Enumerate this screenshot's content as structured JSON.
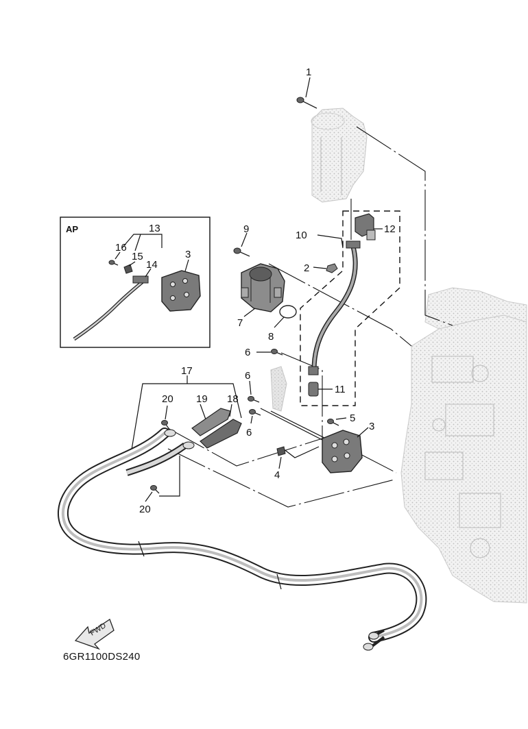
{
  "inset": {
    "title": "AP"
  },
  "callouts": {
    "c1": "1",
    "c2": "2",
    "c3": "3",
    "c3_inset": "3",
    "c4": "4",
    "c5": "5",
    "c6a": "6",
    "c6b": "6",
    "c6c": "6",
    "c7": "7",
    "c8": "8",
    "c9": "9",
    "c10": "10",
    "c11": "11",
    "c12": "12",
    "c13": "13",
    "c14": "14",
    "c15": "15",
    "c16": "16",
    "c17": "17",
    "c18": "18",
    "c19": "19",
    "c20a": "20",
    "c20b": "20"
  },
  "fwd_label": "FWD",
  "drawing_code": "6GR1100DS240",
  "colors": {
    "line": "#111111",
    "ghost_fill": "#dcdcdc",
    "part_fill": "#9a9a9a",
    "dark_fill": "#555555"
  }
}
